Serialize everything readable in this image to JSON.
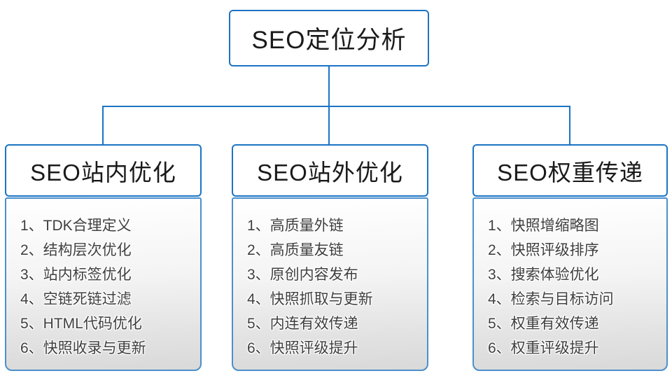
{
  "diagram": {
    "root_label": "SEO定位分析",
    "branches": [
      {
        "title": "SEO站内优化",
        "items": [
          "1、TDK合理定义",
          "2、结构层次优化",
          "3、站内标签优化",
          "4、空链死链过滤",
          "5、HTML代码优化",
          "6、快照收录与更新"
        ]
      },
      {
        "title": "SEO站外优化",
        "items": [
          "1、高质量外链",
          "2、高质量友链",
          "3、原创内容发布",
          "4、快照抓取与更新",
          "5、内连有效传递",
          "6、快照评级提升"
        ]
      },
      {
        "title": "SEO权重传递",
        "items": [
          "1、快照增缩略图",
          "2、快照评级排序",
          "3、搜索体验优化",
          "4、检索与目标访问",
          "5、权重有效传递",
          "6、权重评级提升"
        ]
      }
    ],
    "colors": {
      "accent_blue": "#1b74c5",
      "panel_border_blue": "#4c8fcb",
      "title_text": "#1a1a1a",
      "item_text": "#3f3f3f",
      "panel_gradient_top": "#ffffff",
      "panel_gradient_bottom": "#d9d9d9",
      "background": "#ffffff"
    }
  }
}
